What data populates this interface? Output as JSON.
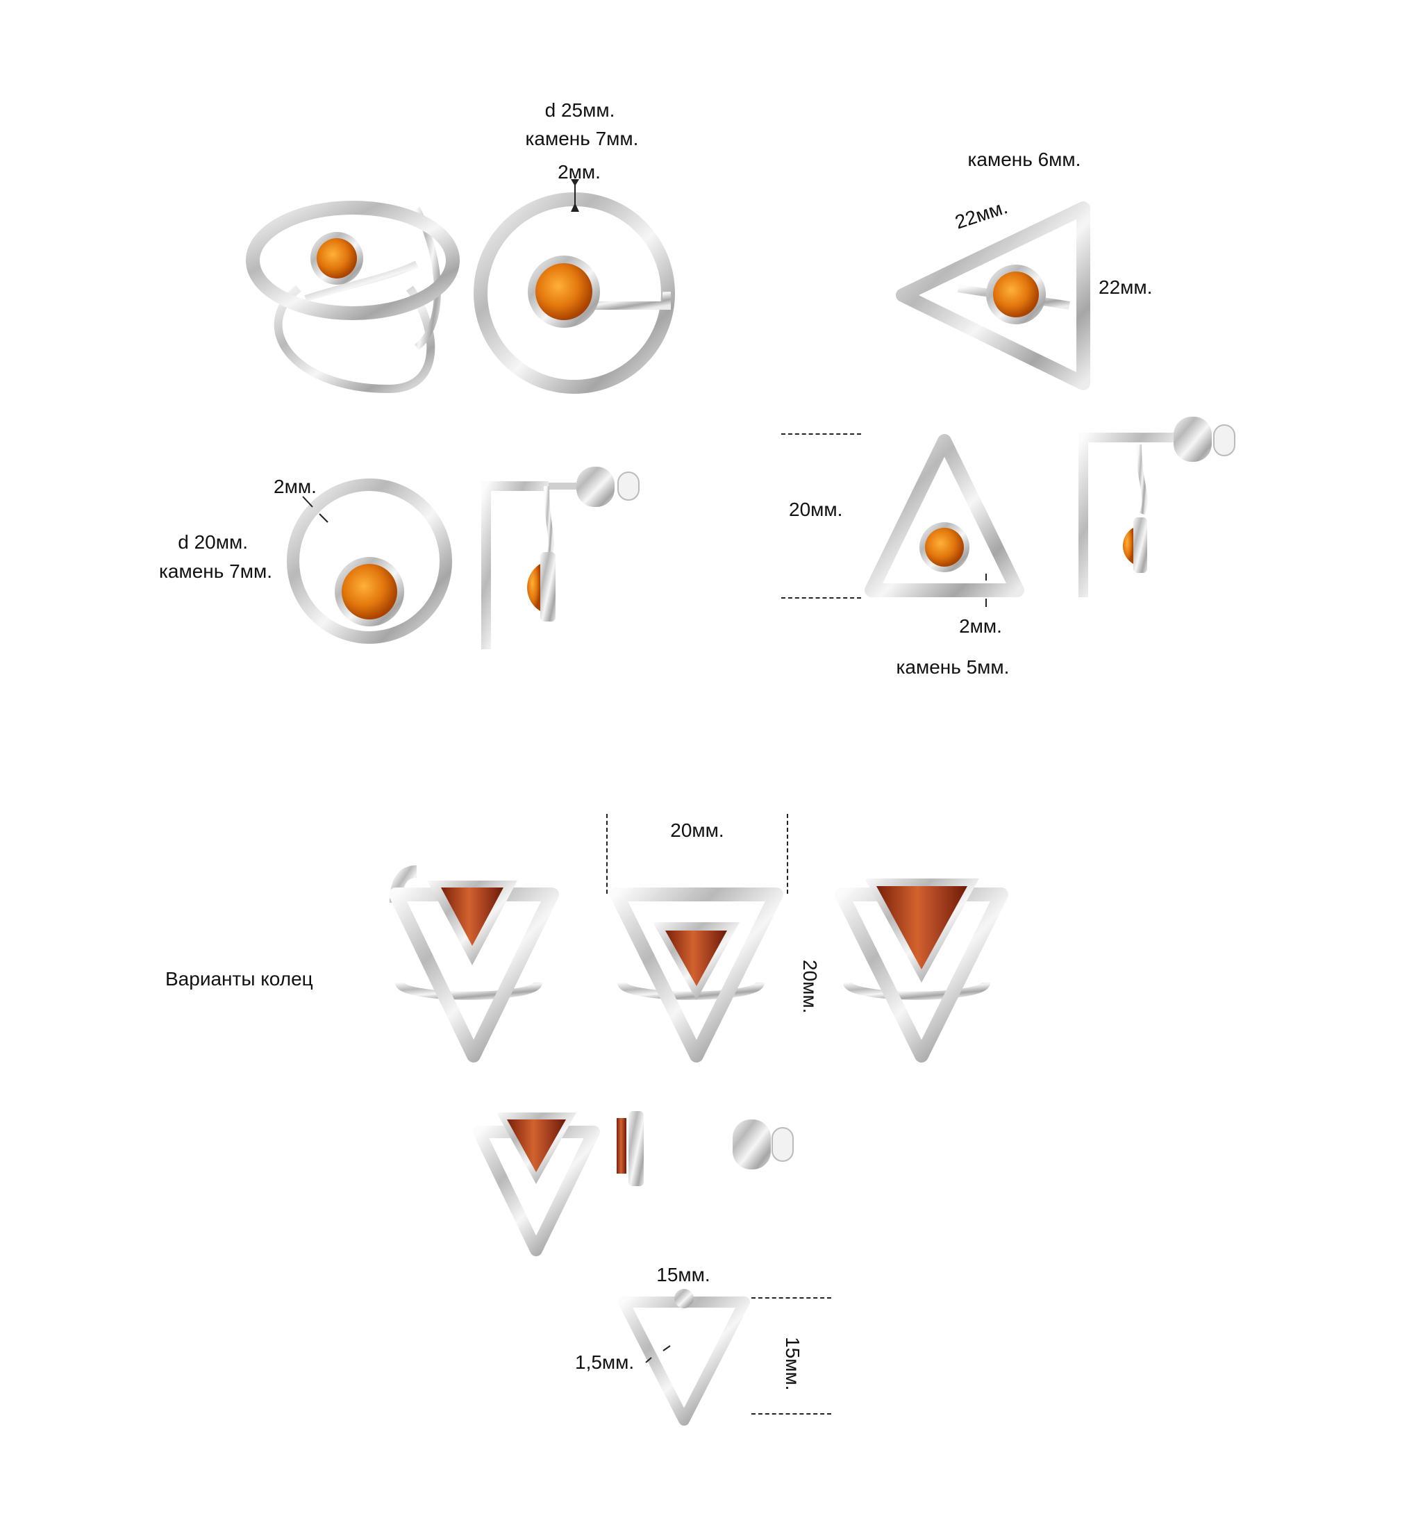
{
  "colors": {
    "metal_light": "#f4f4f4",
    "metal_dark": "#9a9a9a",
    "amber": "#e07a10",
    "amber_dark": "#b54a00",
    "garnet": "#a83a14"
  },
  "labels": {
    "ring_circle_d": "d 25мм.",
    "ring_circle_stone": "камень 7мм.",
    "ring_circle_band": "2мм.",
    "ring_tri_stone": "камень 6мм.",
    "ring_tri_side_a": "22мм.",
    "ring_tri_side_b": "22мм.",
    "earring_circle_band": "2мм.",
    "earring_circle_d": "d 20мм.",
    "earring_circle_stone": "камень 7мм.",
    "earring_tri_height": "20мм.",
    "earring_tri_band": "2мм.",
    "earring_tri_stone": "камень 5мм.",
    "variants_width": "20мм.",
    "variants_height": "20мм.",
    "variants_title": "Варианты колец",
    "small_width": "15мм.",
    "small_height": "15мм.",
    "small_band": "1,5мм."
  }
}
